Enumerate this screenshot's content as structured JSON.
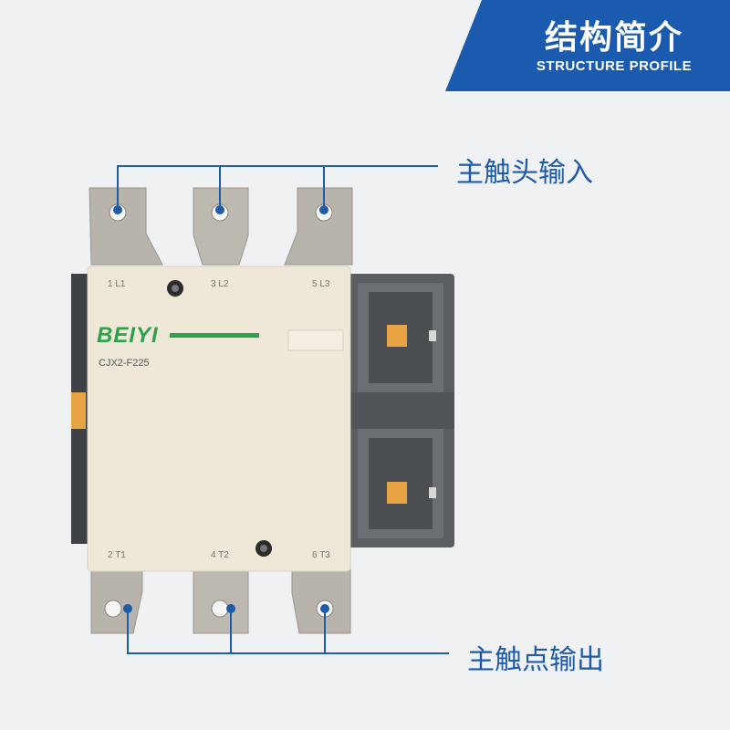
{
  "banner": {
    "title": "结构简介",
    "subtitle": "STRUCTURE PROFILE",
    "color": "#1a5bb0"
  },
  "callouts": {
    "input": "主触头输入",
    "output": "主触点输出",
    "color": "#1e5ba8"
  },
  "product": {
    "brand": "BEIYI",
    "model": "CJX2-F225",
    "top_terminals": [
      "1 L1",
      "3 L2",
      "5 L3"
    ],
    "bottom_terminals": [
      "2 T1",
      "4 T2",
      "6 T3"
    ],
    "body_color": "#efe7d7",
    "side_color": "#5a5d62",
    "accent_color": "#2aa34a"
  }
}
